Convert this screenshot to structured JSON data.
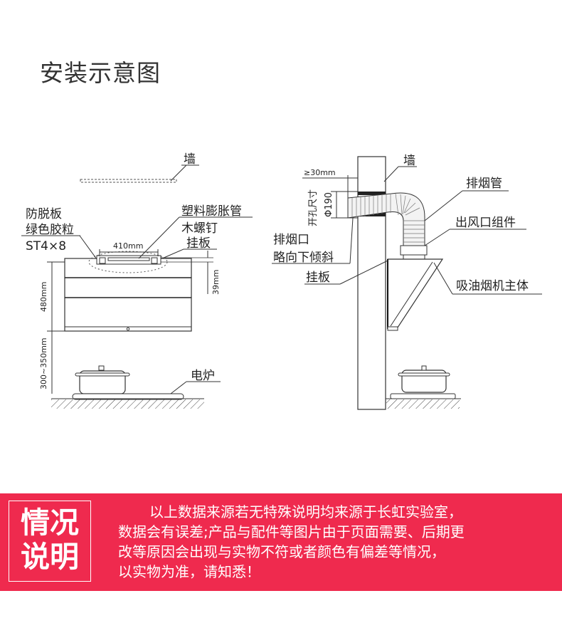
{
  "title": "安装示意图",
  "left_diagram": {
    "wall": "墙",
    "anti_drop_plate": "防脱板",
    "green_rubber": "绿色胶粒",
    "screw_spec": "ST4×8",
    "width_dim": "410mm",
    "plastic_anchor": "塑料膨胀管",
    "wood_screw": "木螺钉",
    "hanging_plate": "挂板",
    "plate_dim": "39mm",
    "height_dim": "480mm",
    "gap_dim": "300~350mm",
    "stove": "电炉"
  },
  "right_diagram": {
    "wall": "墙",
    "clearance_dim": "≥30mm",
    "hole_size_label": "开孔尺寸",
    "hole_diameter": "Φ190",
    "exhaust_pipe": "排烟管",
    "outlet_assembly": "出风口组件",
    "exhaust_port": "排烟口",
    "tilt_note": "略向下倾斜",
    "hanging_plate": "挂板",
    "hood_body": "吸油烟机主体"
  },
  "banner": {
    "badge_line1": "情况",
    "badge_line2": "说明",
    "lines": [
      "以上数据来源若无特殊说明均来源于长虹实验室，",
      "数据会有误差;产品与配件等图片由于页面需要、后期更",
      "改等原因会出现与实物不符或者颜色有偏差等情况，",
      "以实物为准，请知悉！"
    ],
    "color": "#ef2a4e"
  }
}
